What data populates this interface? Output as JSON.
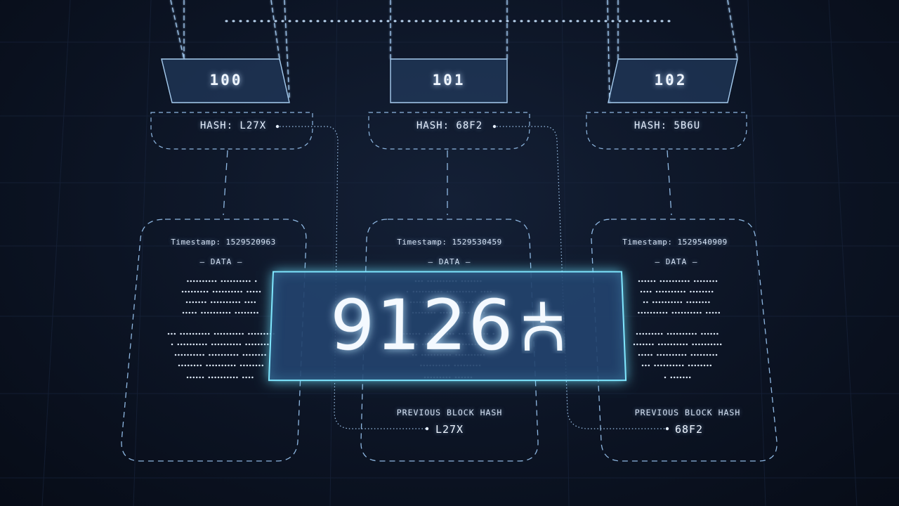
{
  "blocks": [
    {
      "number": "100",
      "hash_label": "HASH: L27X",
      "timestamp": "Timestamp: 1529520963",
      "data_title": "— DATA —",
      "previous_hash_title": "",
      "previous_hash": ""
    },
    {
      "number": "101",
      "hash_label": "HASH: 68F2",
      "timestamp": "Timestamp: 1529530459",
      "data_title": "— DATA —",
      "previous_hash_title": "PREVIOUS BLOCK HASH",
      "previous_hash": "L27X"
    },
    {
      "number": "102",
      "hash_label": "HASH: 5B6U",
      "timestamp": "Timestamp: 1529540909",
      "data_title": "— DATA —",
      "previous_hash_title": "PREVIOUS BLOCK HASH",
      "previous_hash": "68F2"
    }
  ],
  "amount": {
    "value": "9126",
    "currency_icon": "currency-symbol-icon"
  },
  "colors": {
    "background": "#0c1424",
    "line": "#9ec4ea",
    "accent": "#7fe7ff",
    "amount_box": "#22426c"
  }
}
